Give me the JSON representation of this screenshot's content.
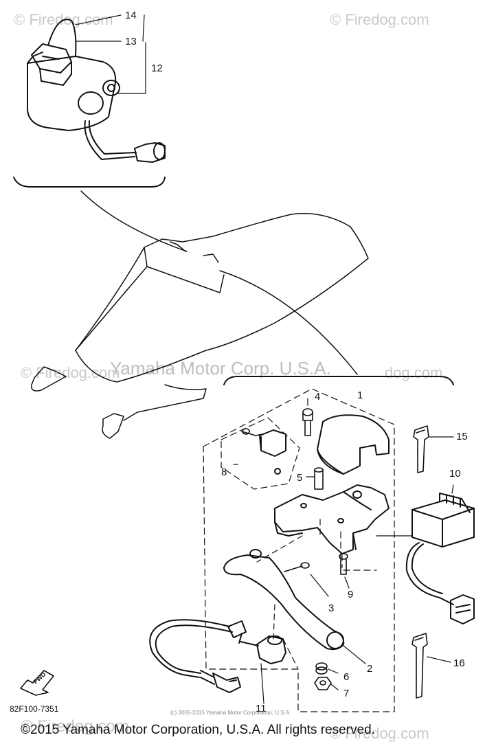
{
  "watermarks": {
    "top_left": "© Firedog.com",
    "top_right": "© Firedog.com",
    "mid_left": "© Firedog.com",
    "mid_center": "Yamaha Motor Corp. U.S.A.",
    "mid_right": "dog.com",
    "bottom_right": "© Firedog.com",
    "bottom_left": "© Firedog.com"
  },
  "callouts": [
    "1",
    "2",
    "3",
    "4",
    "5",
    "6",
    "7",
    "8",
    "9",
    "10",
    "11",
    "12",
    "13",
    "14",
    "15",
    "16"
  ],
  "fwd_label": "FWD",
  "diagram_code": "82F100-7351",
  "small_copyright": "(c) 2005-2015 Yamaha Motor Corporation, U.S.A.",
  "copyright": "©2015 Yamaha Motor Corporation, U.S.A. All rights reserved."
}
